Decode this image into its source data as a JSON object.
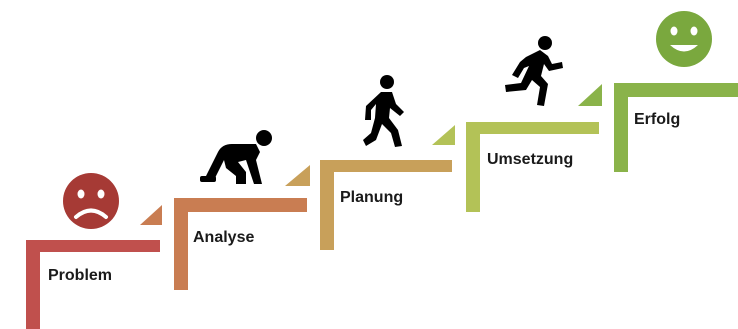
{
  "steps": [
    {
      "label": "Problem",
      "color": "#c0504d",
      "figure": "sad-face-icon"
    },
    {
      "label": "Analyse",
      "color": "#c97d52",
      "figure": "crouching-start-figure-icon"
    },
    {
      "label": "Planung",
      "color": "#c8a05a",
      "figure": "walking-figure-icon"
    },
    {
      "label": "Umsetzung",
      "color": "#b3c257",
      "figure": "running-figure-icon"
    },
    {
      "label": "Erfolg",
      "color": "#8ab34a",
      "figure": "happy-face-icon"
    }
  ],
  "colors": {
    "figure": "#000000",
    "sad_face": "#a63a35",
    "happy_face": "#7aa83e"
  }
}
